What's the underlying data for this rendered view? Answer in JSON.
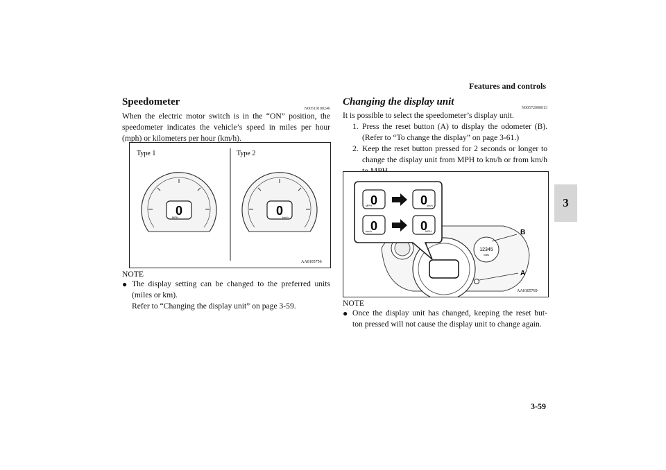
{
  "header": {
    "title": "Features and controls"
  },
  "tab": {
    "label": "3"
  },
  "page_number": "3-59",
  "left": {
    "title": "Speedometer",
    "code": "N00519100246",
    "paragraph": "When the electric motor switch is in the “ON” position, the speedometer indicates the vehicle’s speed in miles per hour (mph) or kilometers per hour (km/h).",
    "figure": {
      "type1_label": "Type 1",
      "type2_label": "Type 2",
      "gauge1_digit": "0",
      "gauge1_unit": "MPH",
      "gauge2_digit": "0",
      "gauge2_unit": "km/h",
      "code": "AA0105756"
    },
    "note_label": "NOTE",
    "note_line1": "The display setting can be changed to the preferred units (miles or km).",
    "note_line2": "Refer to “Changing the display unit” on page 3-59."
  },
  "right": {
    "title": "Changing the display unit",
    "code": "N00572000013",
    "intro": "It is possible to select the speedometer’s display unit.",
    "steps": [
      {
        "num": "1.",
        "text": "Press the reset button (A) to display the odometer (B). (Refer to “To change the display” on page 3-61.)"
      },
      {
        "num": "2.",
        "text": "Keep the reset button pressed for 2 seconds or longer to change the display unit from MPH to km/h or from km/h to MPH."
      }
    ],
    "figure": {
      "row1_from_digit": "0",
      "row1_from_unit": "MPH",
      "row1_to_digit": "0",
      "row1_to_unit": "km/h",
      "row2_from_digit": "0",
      "row2_from_unit": "km/h",
      "row2_to_digit": "0",
      "row2_to_unit": "MPH",
      "odometer_digits": "12345",
      "odometer_unit": "miles",
      "label_b": "B",
      "label_a": "A",
      "code": "AA0105769"
    },
    "note_label": "NOTE",
    "note_text": "Once the display unit has changed, keeping the reset but- ton pressed will not cause the display unit to change again."
  }
}
